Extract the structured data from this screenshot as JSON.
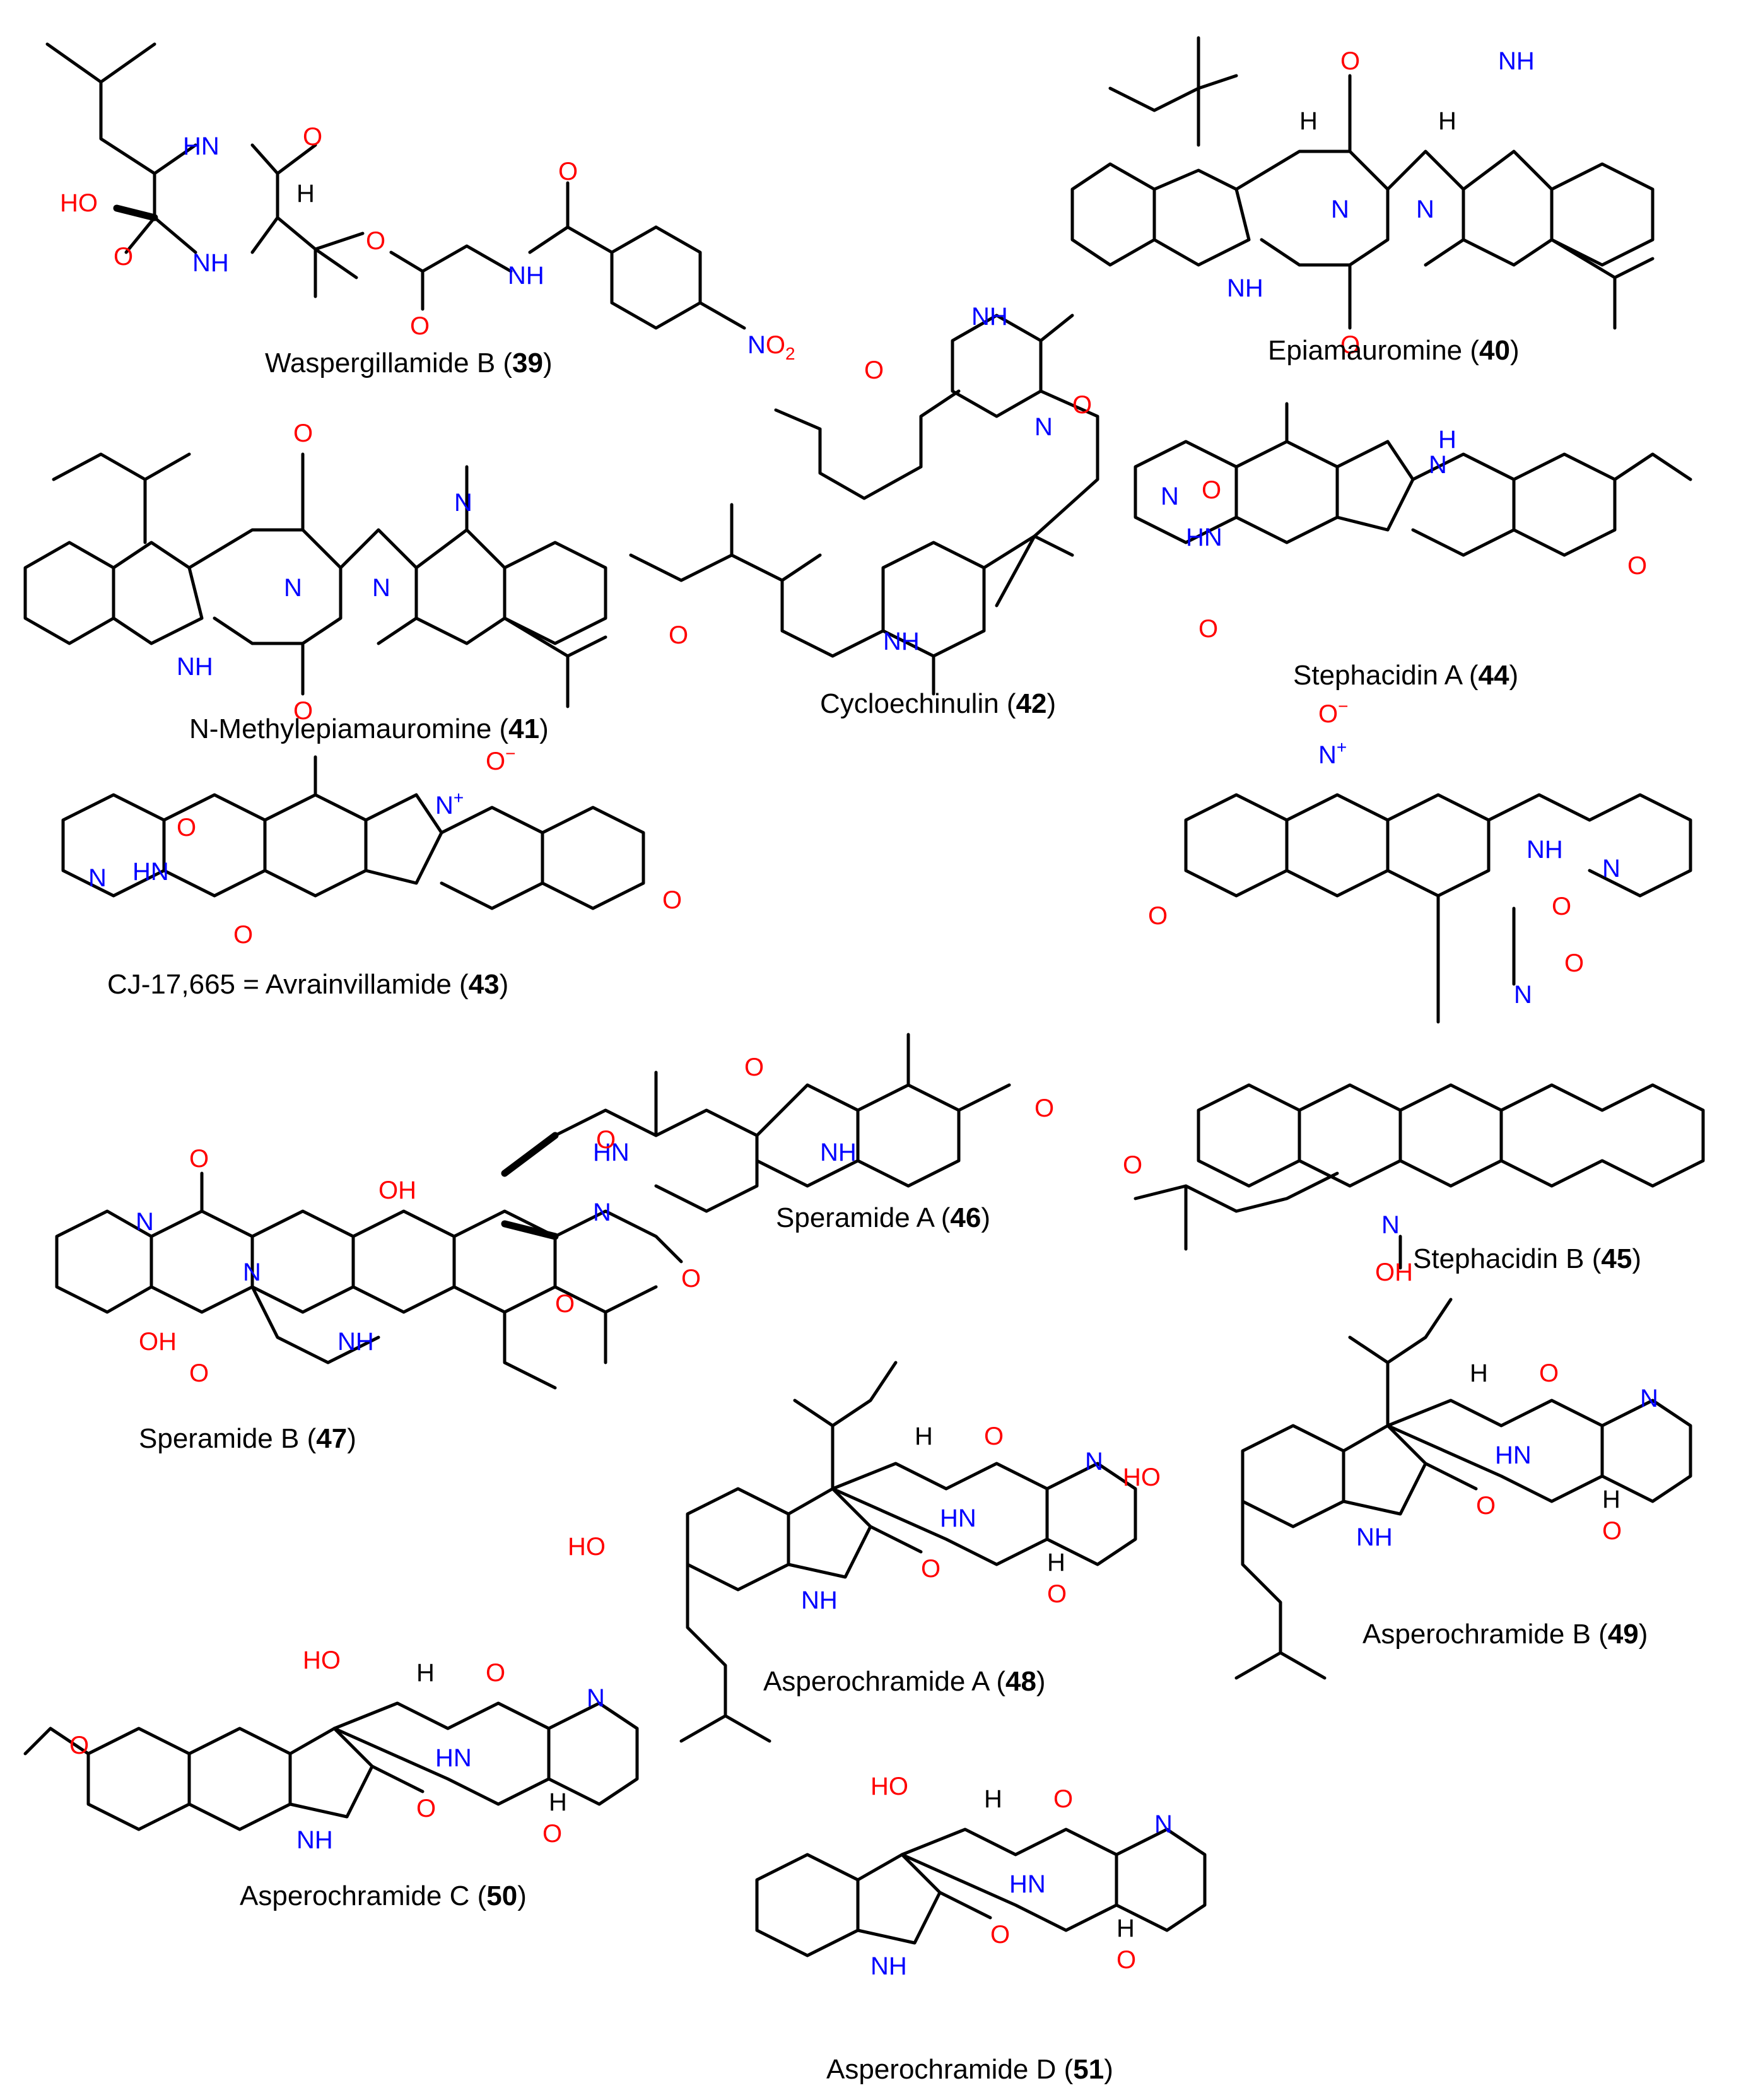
{
  "compounds": [
    {
      "id": "39",
      "name": "Waspergillamide B (",
      "number": "39",
      "close": ")"
    },
    {
      "id": "40",
      "name": "Epiamauromine (",
      "number": "40",
      "close": ")"
    },
    {
      "id": "41",
      "name": "N-Methylepiamauromine (",
      "number": "41",
      "close": ")"
    },
    {
      "id": "42",
      "name": "Cycloechinulin (",
      "number": "42",
      "close": ")"
    },
    {
      "id": "44",
      "name": "Stephacidin A (",
      "number": "44",
      "close": ")"
    },
    {
      "id": "43",
      "name": "CJ-17,665 = Avrainvillamide (",
      "number": "43",
      "close": ")"
    },
    {
      "id": "46",
      "name": "Speramide A (",
      "number": "46",
      "close": ")"
    },
    {
      "id": "45",
      "name": "Stephacidin B (",
      "number": "45",
      "close": ")"
    },
    {
      "id": "47",
      "name": "Speramide B (",
      "number": "47",
      "close": ")"
    },
    {
      "id": "48",
      "name": "Asperochramide A (",
      "number": "48",
      "close": ")"
    },
    {
      "id": "49",
      "name": "Asperochramide B (",
      "number": "49",
      "close": ")"
    },
    {
      "id": "50",
      "name": "Asperochramide C (",
      "number": "50",
      "close": ")"
    },
    {
      "id": "51",
      "name": "Asperochramide D (",
      "number": "51",
      "close": ")"
    }
  ],
  "atom_labels": {
    "oxygen": "O",
    "hydroxyl": "OH",
    "hydroxyl_left": "HO",
    "nitrogen": "N",
    "amine": "NH",
    "amine_h_left": "HN",
    "hydrogen": "H",
    "nitro_n": "N",
    "nitro_o2": "O",
    "nitro_sub": "2",
    "oxide": "O",
    "minus": "−",
    "plus": "+"
  },
  "colors": {
    "oxygen": "#ff0000",
    "nitrogen": "#0000ff",
    "carbon": "#000000"
  }
}
